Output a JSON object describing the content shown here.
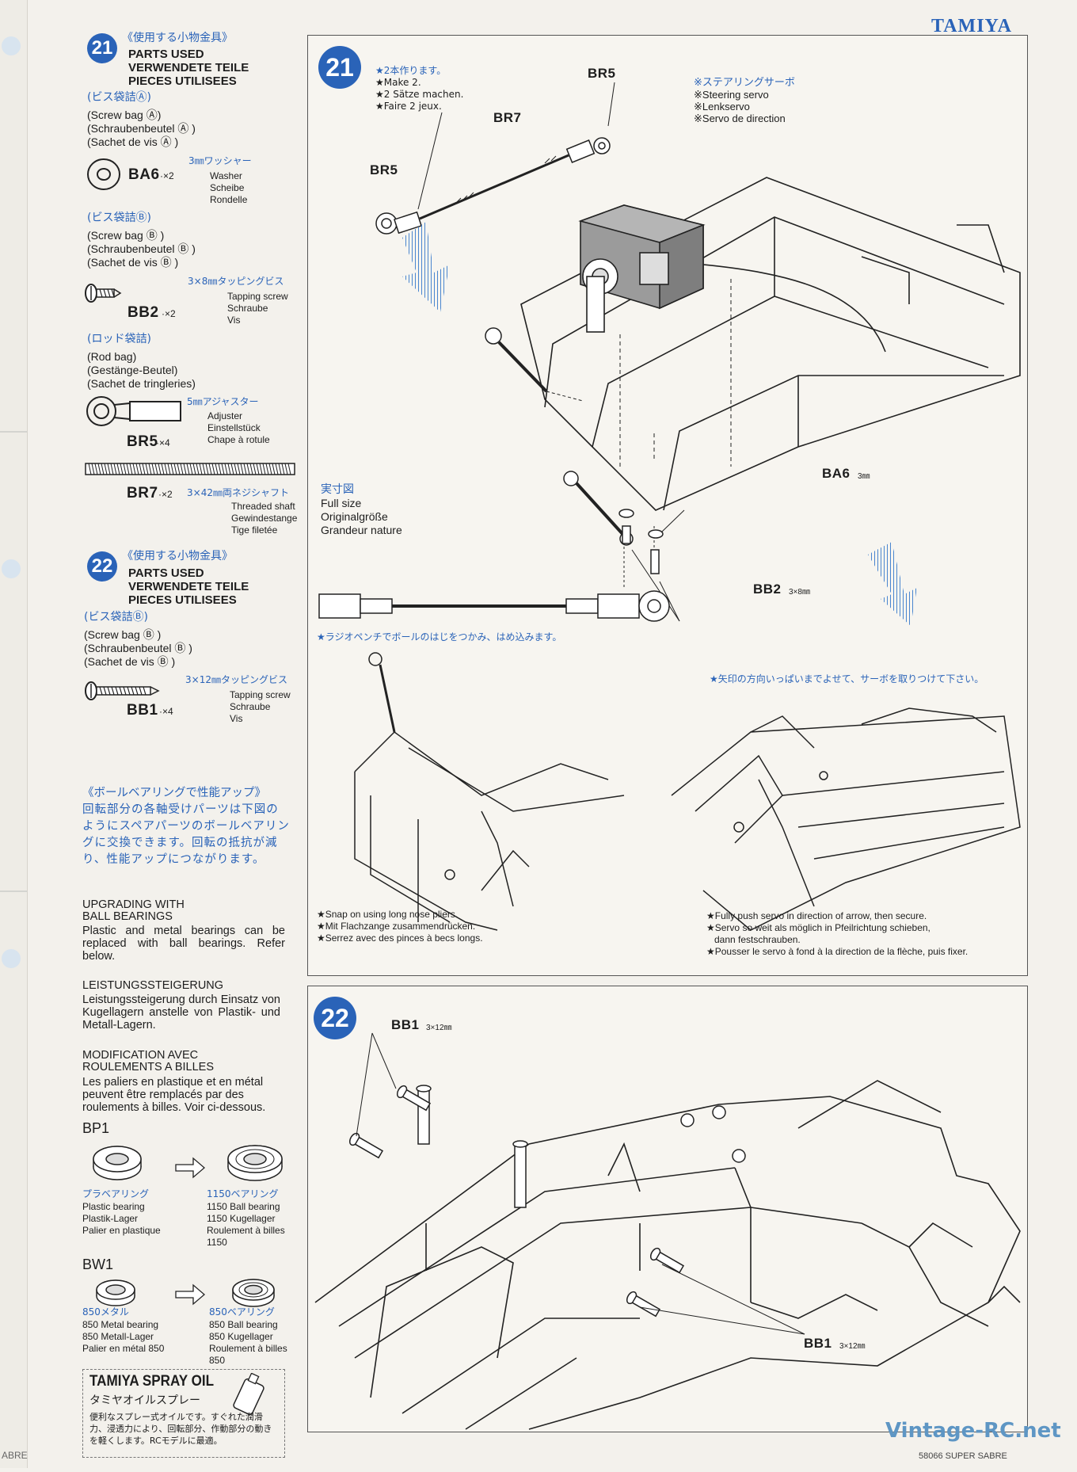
{
  "header": {
    "brand": "TAMIYA"
  },
  "left": {
    "s21": {
      "num": "21",
      "title_jp": "《使用する小物金具》",
      "title_en": "PARTS USED",
      "title_de": "VERWENDETE TEILE",
      "title_fr": "PIECES UTILISEES",
      "bagA_jp": "(ビス袋詰Ⓐ)",
      "bagA_en": "(Screw bag Ⓐ)",
      "bagA_de": "(Schraubenbeutel Ⓐ )",
      "bagA_fr": "(Sachet de vis Ⓐ )",
      "ba6_code": "BA6",
      "ba6_qty": "·×2",
      "ba6_size": "3㎜ワッシャー",
      "ba6_en": "Washer",
      "ba6_de": "Scheibe",
      "ba6_fr": "Rondelle",
      "bagB_jp": "(ビス袋詰Ⓑ)",
      "bagB_en": "(Screw bag Ⓑ )",
      "bagB_de": "(Schraubenbeutel Ⓑ )",
      "bagB_fr": "(Sachet de vis Ⓑ )",
      "bb2_size": "3×8㎜タッピングビス",
      "bb2_en": "Tapping screw",
      "bb2_de": "Schraube",
      "bb2_fr": "Vis",
      "bb2_code": "BB2",
      "bb2_qty": "·×2",
      "rod_jp": "(ロッド袋詰)",
      "rod_en": "(Rod bag)",
      "rod_de": "(Gestänge-Beutel)",
      "rod_fr": "(Sachet de tringleries)",
      "br5_size": "5㎜アジャスター",
      "br5_en": "Adjuster",
      "br5_de": "Einstellstück",
      "br5_fr": "Chape à rotule",
      "br5_code": "BR5",
      "br5_qty": "·×4",
      "br7_code": "BR7",
      "br7_qty": "·×2",
      "br7_size": "3×42㎜両ネジシャフト",
      "br7_en": "Threaded shaft",
      "br7_de": "Gewindestange",
      "br7_fr": "Tige filetée"
    },
    "s22": {
      "num": "22",
      "title_jp": "《使用する小物金具》",
      "title_en": "PARTS USED",
      "title_de": "VERWENDETE TEILE",
      "title_fr": "PIECES UTILISEES",
      "bagB_jp": "(ビス袋詰Ⓑ)",
      "bagB_en": "(Screw bag Ⓑ )",
      "bagB_de": "(Schraubenbeutel Ⓑ )",
      "bagB_fr": "(Sachet de vis Ⓑ )",
      "bb1_size": "3×12㎜タッピングビス",
      "bb1_en": "Tapping screw",
      "bb1_de": "Schraube",
      "bb1_fr": "Vis",
      "bb1_code": "BB1",
      "bb1_qty": "·×4"
    },
    "bearing": {
      "title_jp": "《ボールベアリングで性能アップ》",
      "body_jp": "回転部分の各軸受けパーツは下図のようにスペアパーツのボールベアリングに交換できます。回転の抵抗が減り、性能アップにつながります。",
      "en_title_1": "UPGRADING WITH",
      "en_title_2": "BALL BEARINGS",
      "en_body": "Plastic and metal bearings can be replaced with ball bearings. Refer below.",
      "de_title": "LEISTUNGSSTEIGERUNG",
      "de_body": "Leistungssteigerung durch Einsatz von Kugellagern anstelle von Plastik- und Metall-Lagern.",
      "fr_title_1": "MODIFICATION AVEC",
      "fr_title_2": "ROULEMENTS A BILLES",
      "fr_body": "Les paliers en plastique et en métal peuvent être remplacés par des roulements à billes. Voir ci-dessous.",
      "bp1": {
        "code": "BP1",
        "from_jp": "プラベアリング",
        "from_en": "Plastic bearing",
        "from_de": "Plastik-Lager",
        "from_fr": "Palier en plastique",
        "to_jp": "1150ベアリング",
        "to_en": "1150 Ball bearing",
        "to_de": "1150 Kugellager",
        "to_fr": "Roulement à billes",
        "to_fr2": "1150"
      },
      "bw1": {
        "code": "BW1",
        "from_jp": "850メタル",
        "from_en": "850 Metal bearing",
        "from_de": "850 Metall-Lager",
        "from_fr": "Palier en métal 850",
        "to_jp": "850ベアリング",
        "to_en": "850 Ball bearing",
        "to_de": "850 Kugellager",
        "to_fr": "Roulement à billes",
        "to_fr2": "850"
      }
    },
    "spray": {
      "title": "TAMIYA SPRAY OIL",
      "title_jp": "タミヤオイルスプレー",
      "body_jp": "便利なスプレー式オイルです。すぐれた潤滑力、浸透力により、回転部分、作動部分の動きを軽くします。RCモデルに最適。"
    }
  },
  "panel21": {
    "num": "21",
    "make_jp": "★2本作ります。",
    "make_en": "★Make 2.",
    "make_de": "★2 Sätze machen.",
    "make_fr": "★Faire 2 jeux.",
    "servo_jp": "※ステアリングサーボ",
    "servo_en": "※Steering servo",
    "servo_de": "※Lenkservo",
    "servo_fr": "※Servo de direction",
    "label_br5a": "BR5",
    "label_br5b": "BR5",
    "label_br7": "BR7",
    "label_ba6": "BA6",
    "label_ba6_size": "3㎜",
    "label_bb2": "BB2",
    "label_bb2_size": "3×8㎜",
    "fullsize_jp": "実寸図",
    "fullsize_en": "Full size",
    "fullsize_de": "Originalgröße",
    "fullsize_fr": "Grandeur nature",
    "pliers_jp": "★ラジオペンチでボールのはじをつかみ、はめ込みます。",
    "pliers_en": "★Snap on using long nose pliers.",
    "pliers_de": "★Mit Flachzange zusammendrücken.",
    "pliers_fr": "★Serrez avec des pinces à becs longs.",
    "push_jp": "★矢印の方向いっぱいまでよせて、サーボを取りつけて下さい。",
    "push_en": "★Fully push servo in direction of arrow, then secure.",
    "push_de1": "★Servo so weit als möglich in Pfeilrichtung schieben,",
    "push_de2": "dann festschrauben.",
    "push_fr": "★Pousser le servo à fond à la direction de la flèche, puis fixer."
  },
  "panel22": {
    "num": "22",
    "label_bb1_top": "BB1",
    "label_bb1_top_size": "3×12㎜",
    "label_bb1_bot": "BB1",
    "label_bb1_bot_size": "3×12㎜"
  },
  "footer": {
    "model": "58066 SUPER SABRE",
    "left_margin": "ABRE",
    "watermark": "Vintage-RC.net"
  },
  "colors": {
    "accent": "#2a63b8",
    "paper": "#f3f1ec",
    "ink": "#1d1d1d"
  }
}
